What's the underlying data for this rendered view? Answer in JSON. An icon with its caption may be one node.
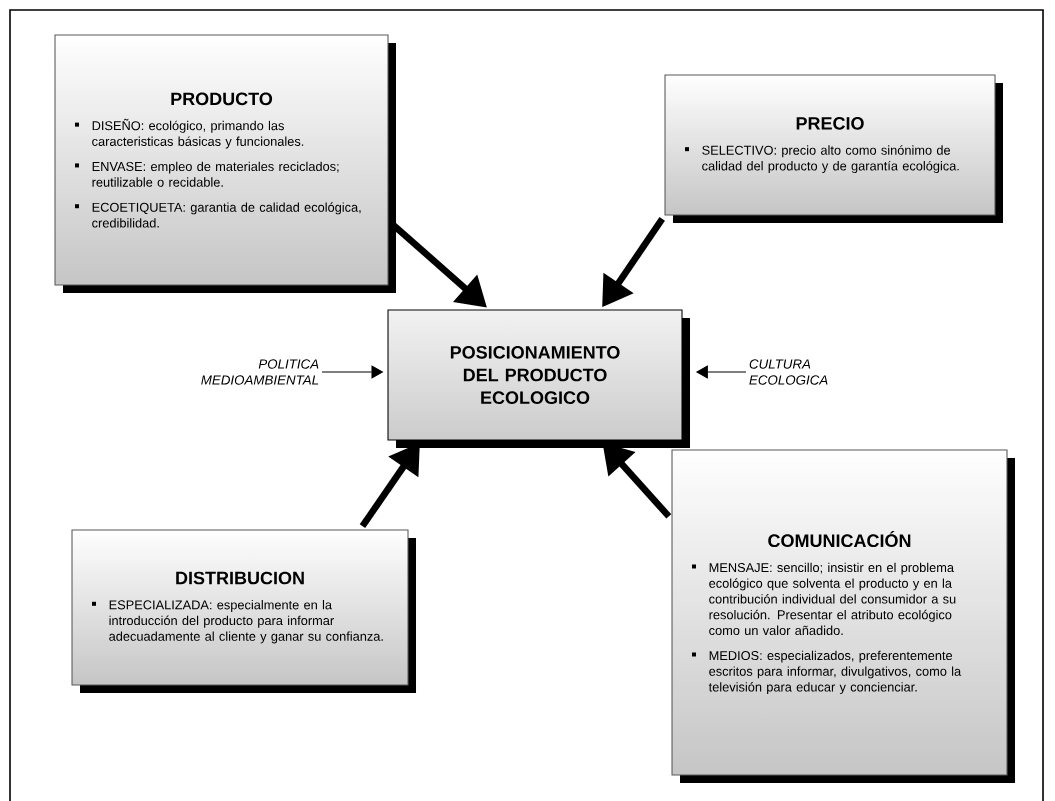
{
  "diagram": {
    "nodes": [
      {
        "text": [
          "PRODUCTO",
          "DISEÑO: ecológico, primando las caracteristicas básicas y funcionales.",
          "ENVASE: empleo de materiales reciclados; reutilizable o recidable.",
          "ECOETIQUETA: garantia de calidad ecológica, credibilidad."
        ]
      },
      {
        "text": [
          "PRECIO",
          "SELECTIVO: precio alto como sinónimo de calidad del producto y de garantía ecológica."
        ]
      },
      {
        "text": [
          "POSICIONAMIENTO DEL PRODUCTO ECOLOGICO"
        ]
      },
      {
        "text": [
          "POLITICA MEDIOAMBIENTAL"
        ]
      },
      {
        "text": [
          "CULTURA ECOLOGICA"
        ]
      },
      {
        "text": [
          "DISTRIBUCION",
          "ESPECIALIZADA: especialmente en la introducción del producto para informar adecuadamente al cliente y ganar su confianza."
        ]
      },
      {
        "text": [
          "COMUNICACIÓN",
          "MENSAJE: sencillo; insistir en el problema ecológico que solventa el producto y en la contribución individual del consumidor a su resolución. Presentar el atributo ecológico como un valor añadido.",
          "MEDIOS: especializados, preferentemente escritos para informar, divulgativos, como la televisión para educar y concienciar."
        ]
      }
    ],
    "edges": [
      {
        "from": 0,
        "to": 2,
        "arrow": "to"
      },
      {
        "from": 1,
        "to": 2,
        "arrow": "to"
      },
      {
        "from": 3,
        "to": 2,
        "arrow": "to"
      },
      {
        "from": 4,
        "to": 2,
        "arrow": "to"
      },
      {
        "from": 5,
        "to": 2,
        "arrow": "to"
      },
      {
        "from": 6,
        "to": 2,
        "arrow": "to"
      }
    ]
  }
}
